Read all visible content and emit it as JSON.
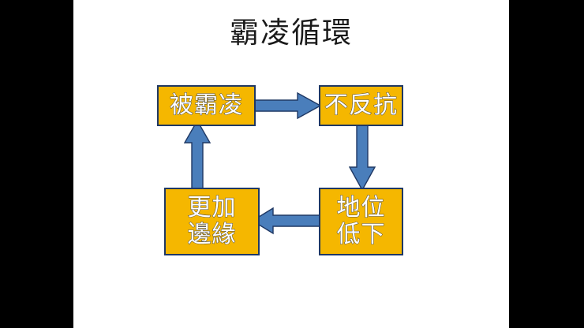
{
  "slide": {
    "title": "霸凌循環",
    "background_color": "#ffffff",
    "letterbox_color": "#000000"
  },
  "theme": {
    "node_fill": "#f5b700",
    "node_border": "#1f3864",
    "arrow_fill": "#4a7ebb",
    "arrow_border": "#1f3864",
    "label_color": "#ffffff",
    "label_outline": "#4a4a4a",
    "title_color": "#1a1a1a"
  },
  "diagram": {
    "type": "cycle",
    "nodes": [
      {
        "id": "bullied",
        "label": "被霸凌",
        "order": 1
      },
      {
        "id": "noresist",
        "label": "不反抗",
        "order": 2
      },
      {
        "id": "lowstatus",
        "label": "地位\n低下",
        "order": 3
      },
      {
        "id": "marginal",
        "label": "更加\n邊緣",
        "order": 4
      }
    ],
    "edges": [
      {
        "id": "edge-1",
        "from": "bullied",
        "to": "noresist",
        "direction": "right"
      },
      {
        "id": "edge-2",
        "from": "noresist",
        "to": "lowstatus",
        "direction": "down"
      },
      {
        "id": "edge-3",
        "from": "lowstatus",
        "to": "marginal",
        "direction": "left"
      },
      {
        "id": "edge-4",
        "from": "marginal",
        "to": "bullied",
        "direction": "up"
      }
    ]
  }
}
